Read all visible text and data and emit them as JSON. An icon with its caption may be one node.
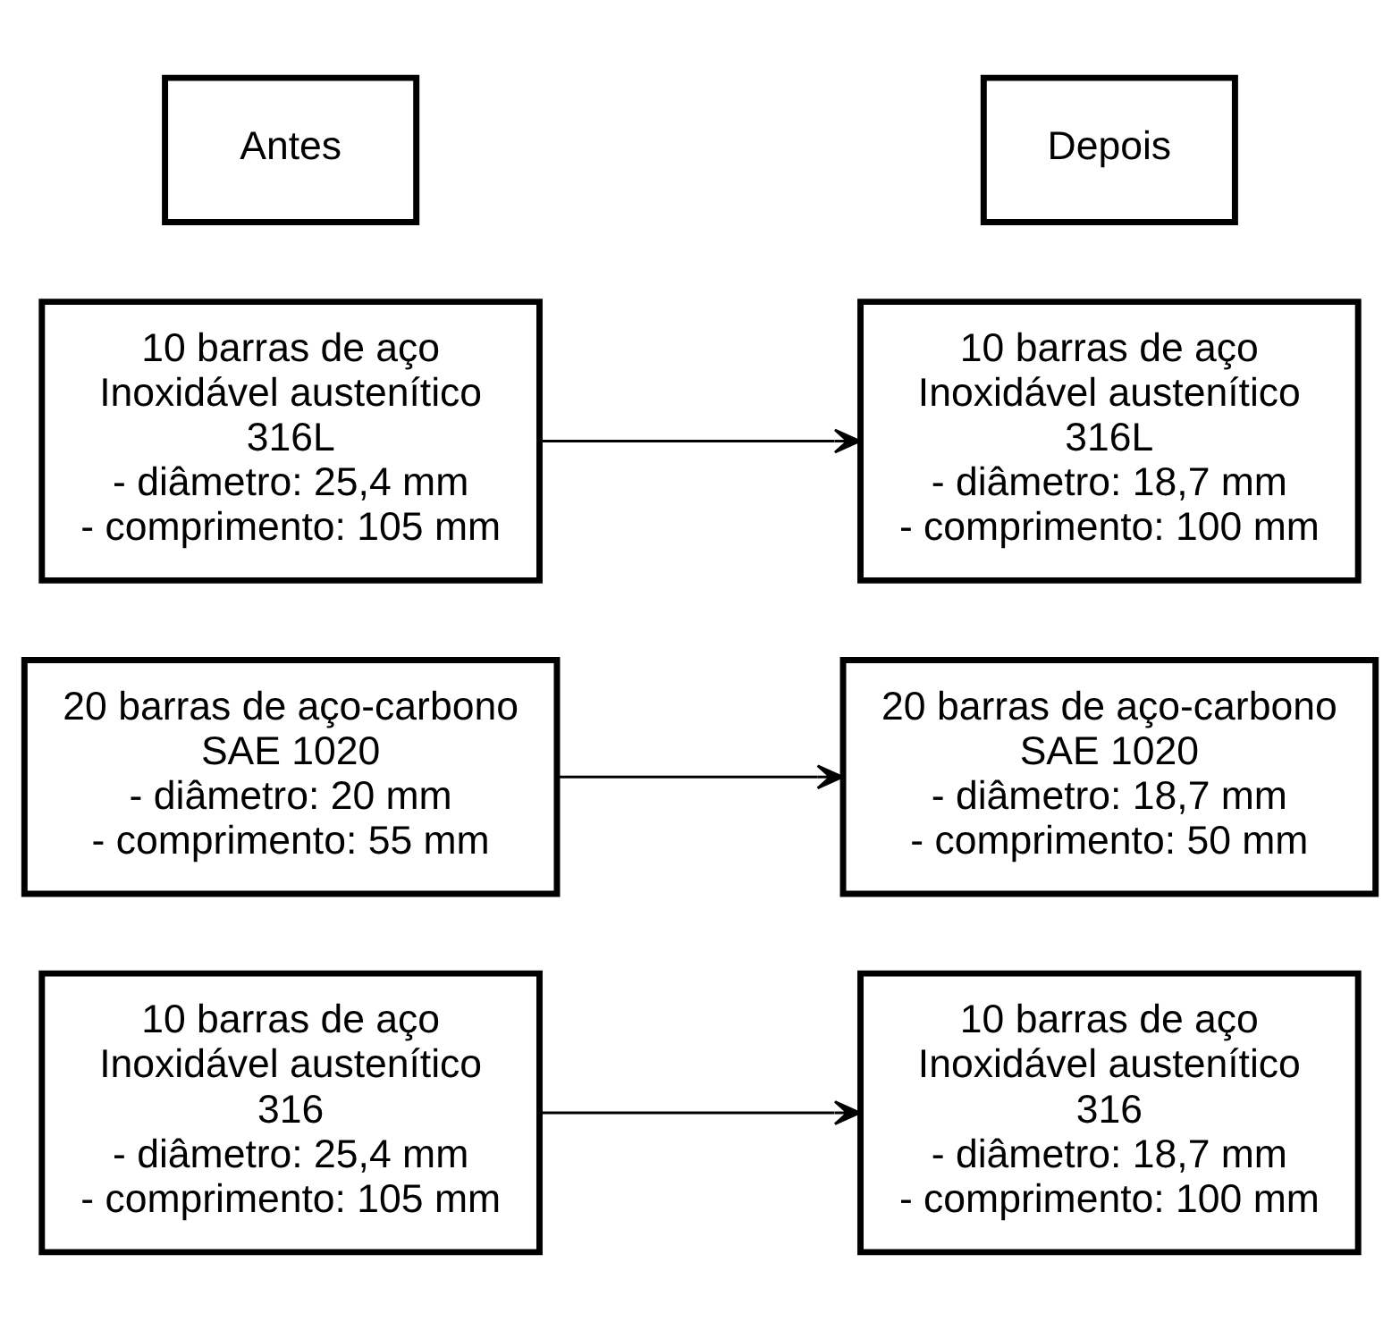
{
  "diagram": {
    "nodes": [
      {
        "text": [
          "Antes"
        ]
      },
      {
        "text": [
          "Depois"
        ]
      },
      {
        "text": [
          "10 barras de aço Inoxidável austenítico 316L",
          "- diâmetro: 25,4 mm",
          "- comprimento: 105 mm"
        ]
      },
      {
        "text": [
          "10 barras de aço Inoxidável austenítico 316L",
          "- diâmetro: 18,7 mm",
          "- comprimento: 100 mm"
        ]
      },
      {
        "text": [
          "20 barras de aço-carbono SAE 1020",
          "- diâmetro: 20 mm",
          "- comprimento: 55 mm"
        ]
      },
      {
        "text": [
          "20 barras de aço-carbono SAE 1020",
          "- diâmetro: 18,7 mm",
          "- comprimento: 50 mm"
        ]
      },
      {
        "text": [
          "10 barras de aço Inoxidável austenítico 316",
          "- diâmetro: 25,4 mm",
          "- comprimento: 105 mm"
        ]
      },
      {
        "text": [
          "10 barras de aço Inoxidável austenítico 316",
          "- diâmetro: 18,7 mm",
          "- comprimento: 100 mm"
        ]
      }
    ],
    "edges": [
      {
        "from": 2,
        "to": 3,
        "arrow": "to"
      },
      {
        "from": 4,
        "to": 5,
        "arrow": "to"
      },
      {
        "from": 6,
        "to": 7,
        "arrow": "to"
      }
    ]
  }
}
